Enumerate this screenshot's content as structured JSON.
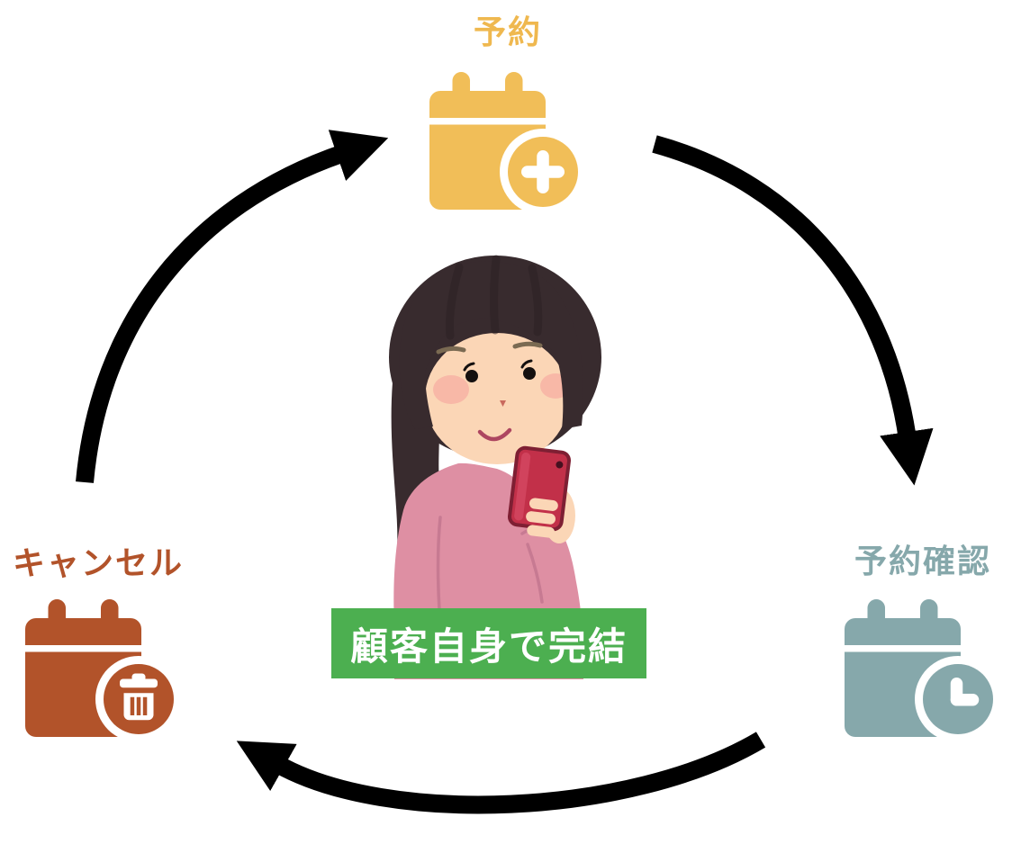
{
  "diagram": {
    "type": "cycle",
    "flow_direction": "clockwise",
    "arrow_color": "#000000",
    "cycle_nodes": [
      {
        "id": "reserve",
        "position": "top",
        "label": "予約",
        "color": "#F1BE58",
        "icon": "calendar-plus-icon"
      },
      {
        "id": "confirm",
        "position": "right",
        "label": "予約確認",
        "color": "#86A8AB",
        "icon": "calendar-clock-icon"
      },
      {
        "id": "cancel",
        "position": "left",
        "label": "キャンセル",
        "color": "#B2532A",
        "icon": "calendar-trash-icon"
      }
    ],
    "center": {
      "illustration": "woman-looking-at-smartphone",
      "caption": "顧客自身で完結",
      "banner_color": "#4CAF50",
      "caption_color": "#FFFFFF"
    }
  }
}
